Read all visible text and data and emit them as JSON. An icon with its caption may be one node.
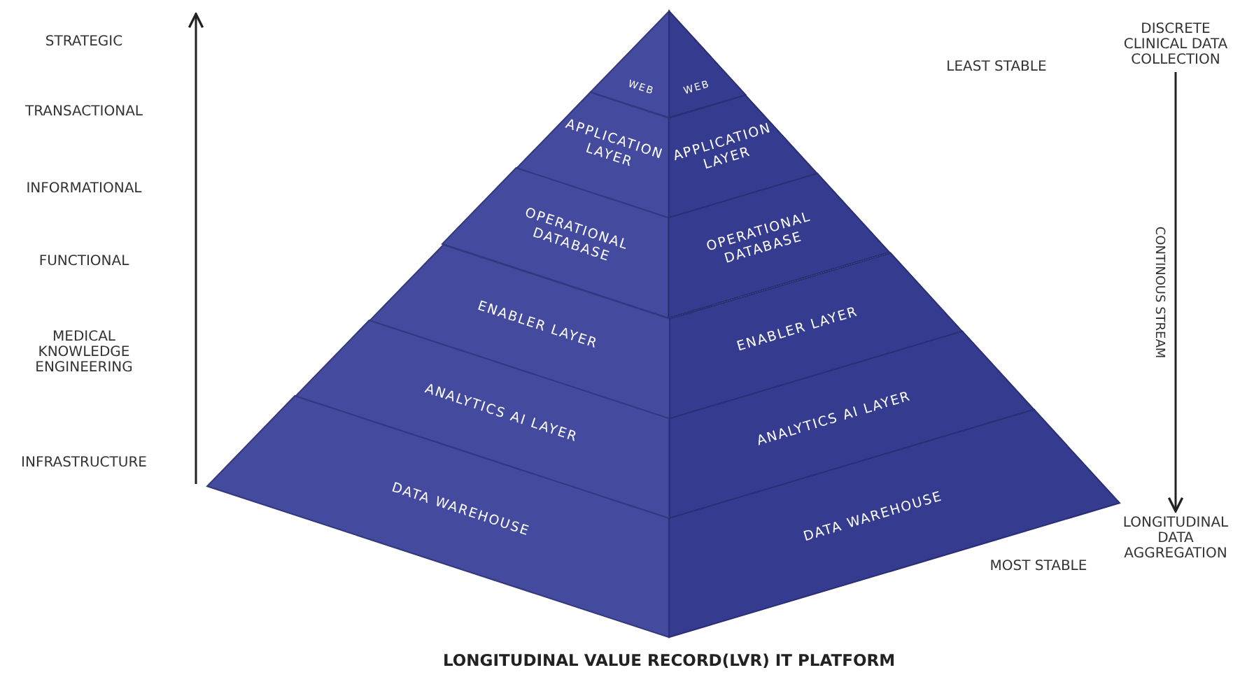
{
  "diagram": {
    "caption": "LONGITUDINAL VALUE RECORD(LVR) IT PLATFORM",
    "nodes": [
      {
        "text": [
          "WEB",
          "WEB"
        ]
      },
      {
        "text": [
          "APPLICATION LAYER",
          "APPLICATION LAYER"
        ]
      },
      {
        "text": [
          "OPERATIONAL DATABASE",
          "OPERATIONAL DATABASE"
        ]
      },
      {
        "text": [
          "ENABLER LAYER",
          "ENABLER LAYER"
        ]
      },
      {
        "text": [
          "ANALYTICS AI LAYER",
          "ANALYTICS AI LAYER"
        ]
      },
      {
        "text": [
          "DATA WAREHOUSE",
          "DATA WAREHOUSE"
        ]
      },
      {
        "text": [
          "DISCRETE CLINICAL DATA COLLECTION"
        ]
      },
      {
        "text": [
          "LONGITUDINAL DATA AGGREGATION"
        ]
      }
    ],
    "edges": [
      {
        "from": 6,
        "to": 7,
        "arrow": "to",
        "label": "CONTINOUS STREAM"
      }
    ],
    "labels": [
      "STRATEGIC",
      "LEAST STABLE",
      "TRANSACTIONAL",
      "INFORMATIONAL",
      "FUNCTIONAL",
      "MEDICAL KNOWLEDGE ENGINEERING",
      "INFRASTRUCTURE",
      "MOST STABLE"
    ]
  }
}
